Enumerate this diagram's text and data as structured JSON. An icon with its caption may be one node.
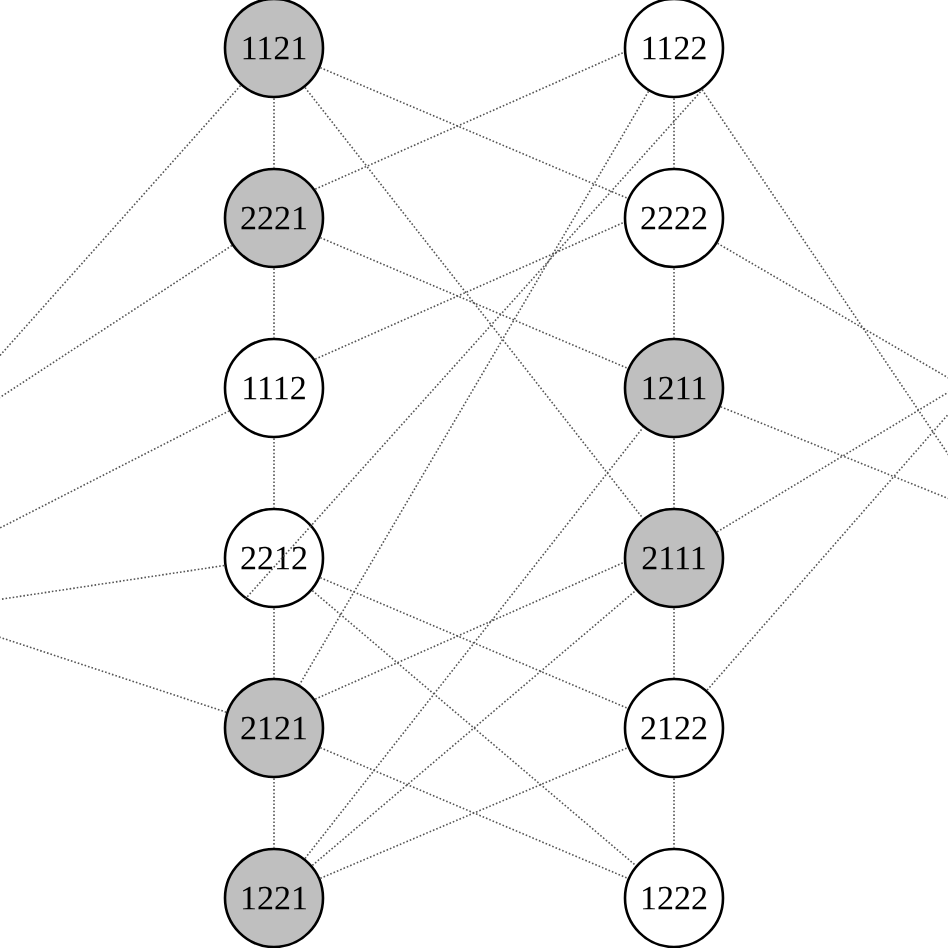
{
  "diagram": {
    "nodes": [
      {
        "text": [
          "1121"
        ]
      },
      {
        "text": [
          "2221"
        ]
      },
      {
        "text": [
          "1112"
        ]
      },
      {
        "text": [
          "2212"
        ]
      },
      {
        "text": [
          "2121"
        ]
      },
      {
        "text": [
          "1221"
        ]
      },
      {
        "text": [
          "1122"
        ]
      },
      {
        "text": [
          "2222"
        ]
      },
      {
        "text": [
          "1211"
        ]
      },
      {
        "text": [
          "2111"
        ]
      },
      {
        "text": [
          "2122"
        ]
      },
      {
        "text": [
          "1222"
        ]
      }
    ],
    "edges": [
      {
        "from": 0,
        "to": 1,
        "arrow": "none"
      },
      {
        "from": 1,
        "to": 2,
        "arrow": "none"
      },
      {
        "from": 2,
        "to": 3,
        "arrow": "none"
      },
      {
        "from": 3,
        "to": 4,
        "arrow": "none"
      },
      {
        "from": 4,
        "to": 5,
        "arrow": "none"
      },
      {
        "from": 6,
        "to": 7,
        "arrow": "none"
      },
      {
        "from": 7,
        "to": 8,
        "arrow": "none"
      },
      {
        "from": 8,
        "to": 9,
        "arrow": "none"
      },
      {
        "from": 9,
        "to": 10,
        "arrow": "none"
      },
      {
        "from": 10,
        "to": 11,
        "arrow": "none"
      },
      {
        "from": 0,
        "to": 7,
        "arrow": "none"
      },
      {
        "from": 1,
        "to": 6,
        "arrow": "none"
      },
      {
        "from": 1,
        "to": 8,
        "arrow": "none"
      },
      {
        "from": 2,
        "to": 7,
        "arrow": "none"
      },
      {
        "from": 0,
        "to": 9,
        "arrow": "none"
      },
      {
        "from": 6,
        "to": 3,
        "arrow": "none"
      },
      {
        "from": 6,
        "to": 4,
        "arrow": "none"
      },
      {
        "from": 3,
        "to": 10,
        "arrow": "none"
      },
      {
        "from": 4,
        "to": 9,
        "arrow": "none"
      },
      {
        "from": 5,
        "to": 9,
        "arrow": "none"
      },
      {
        "from": 5,
        "to": 8,
        "arrow": "none"
      },
      {
        "from": 4,
        "to": 11,
        "arrow": "none"
      },
      {
        "from": 3,
        "to": 11,
        "arrow": "none"
      },
      {
        "from": 5,
        "to": 10,
        "arrow": "none"
      },
      {
        "from": 0,
        "to": null,
        "arrow": "none"
      },
      {
        "from": 1,
        "to": null,
        "arrow": "none"
      },
      {
        "from": 2,
        "to": null,
        "arrow": "none"
      },
      {
        "from": 3,
        "to": null,
        "arrow": "none"
      },
      {
        "from": 4,
        "to": null,
        "arrow": "none"
      },
      {
        "from": 6,
        "to": null,
        "arrow": "none"
      },
      {
        "from": 7,
        "to": null,
        "arrow": "none"
      },
      {
        "from": 8,
        "to": null,
        "arrow": "none"
      },
      {
        "from": 9,
        "to": null,
        "arrow": "none"
      },
      {
        "from": 10,
        "to": null,
        "arrow": "none"
      }
    ]
  }
}
